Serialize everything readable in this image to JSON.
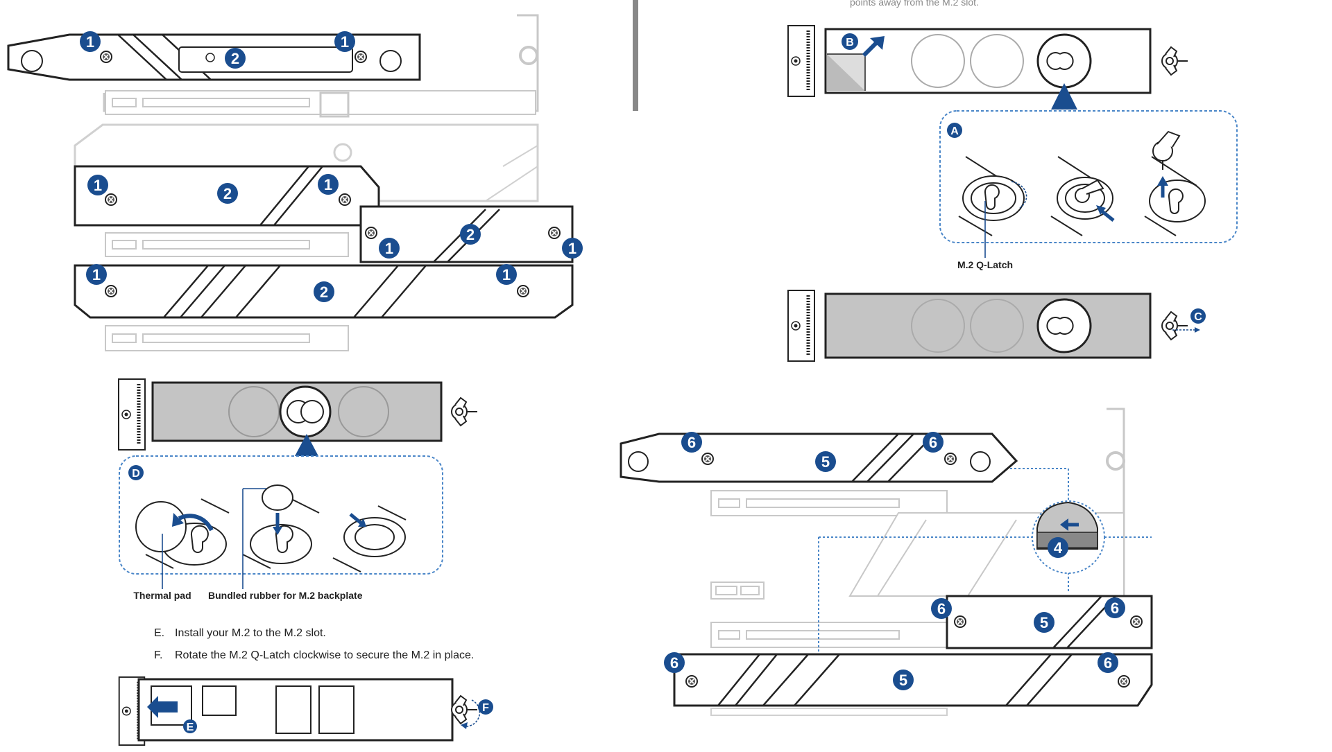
{
  "header_cut_text": "points away from the M.2 slot.",
  "step_badges": {
    "one": "1",
    "two": "2",
    "four": "4",
    "five": "5",
    "six": "6"
  },
  "letter_badges": {
    "a": "A",
    "b": "B",
    "c": "C",
    "d": "D",
    "e": "E",
    "f": "F"
  },
  "labels": {
    "q_latch": "M.2 Q-Latch",
    "thermal_pad": "Thermal pad",
    "bundled_rubber": "Bundled rubber for M.2 backplate"
  },
  "steps": [
    {
      "letter": "E.",
      "text": "Install your M.2 to the M.2 slot."
    },
    {
      "letter": "F.",
      "text": "Rotate the M.2 Q-Latch clockwise to secure the M.2 in place."
    }
  ],
  "colors": {
    "accent": "#1a4d8f",
    "line": "#222222",
    "light": "#c8c8c8",
    "fill": "#c4c4c4",
    "dash": "#4a86c8"
  }
}
